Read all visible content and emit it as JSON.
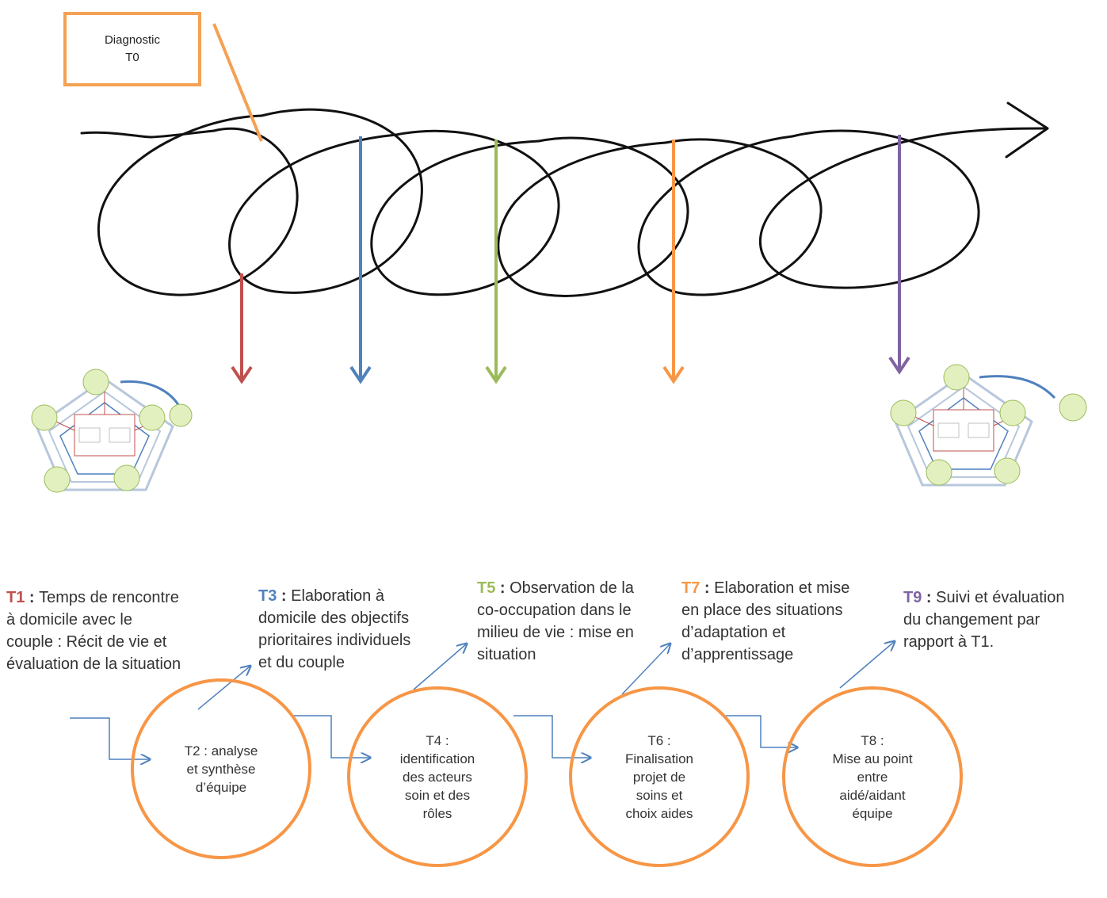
{
  "diagnostic": {
    "line1": "Diagnostic",
    "line2": "T0"
  },
  "colors": {
    "orange": "#f4a154",
    "red": "#c0504d",
    "blue": "#4f81bd",
    "green": "#9bbb59",
    "purple": "#8064a2",
    "spiral": "#111111",
    "connector": "#4f81bd",
    "model_circle": "#e2f0c0"
  },
  "stages": [
    {
      "code": "T1",
      "sep": " : ",
      "color": "#c0504d",
      "lines": [
        "Temps de rencontre",
        "à domicile avec le",
        "couple : Récit de vie et",
        "évaluation de la situation"
      ]
    },
    {
      "code": "T3",
      "sep": " : ",
      "color": "#4f81bd",
      "lines": [
        "Elaboration à",
        "domicile des objectifs",
        "prioritaires individuels",
        "et du couple"
      ]
    },
    {
      "code": "T5",
      "sep": " : ",
      "color": "#9bbb59",
      "lines": [
        "Observation de la",
        "co-occupation dans le",
        "milieu de vie : mise en",
        "situation"
      ]
    },
    {
      "code": "T7",
      "sep": " : ",
      "color": "#f79646",
      "lines": [
        "Elaboration et mise",
        "en place des situations",
        "d’adaptation et",
        "d’apprentissage"
      ]
    },
    {
      "code": "T9",
      "sep": " : ",
      "color": "#8064a2",
      "lines": [
        "Suivi et évaluation",
        "du changement par",
        "rapport à T1."
      ]
    }
  ],
  "circles": [
    {
      "lines": [
        "T2 : analyse",
        "et synthèse",
        "d’équipe"
      ]
    },
    {
      "lines": [
        "T4 :",
        "identification",
        "des acteurs",
        "soin et des",
        "rôles"
      ]
    },
    {
      "lines": [
        "T6 :",
        "Finalisation",
        "projet de",
        "soins et",
        "choix aides"
      ]
    },
    {
      "lines": [
        "T8 :",
        "Mise au point",
        "entre",
        "aidé/aidant",
        "équipe"
      ]
    }
  ]
}
